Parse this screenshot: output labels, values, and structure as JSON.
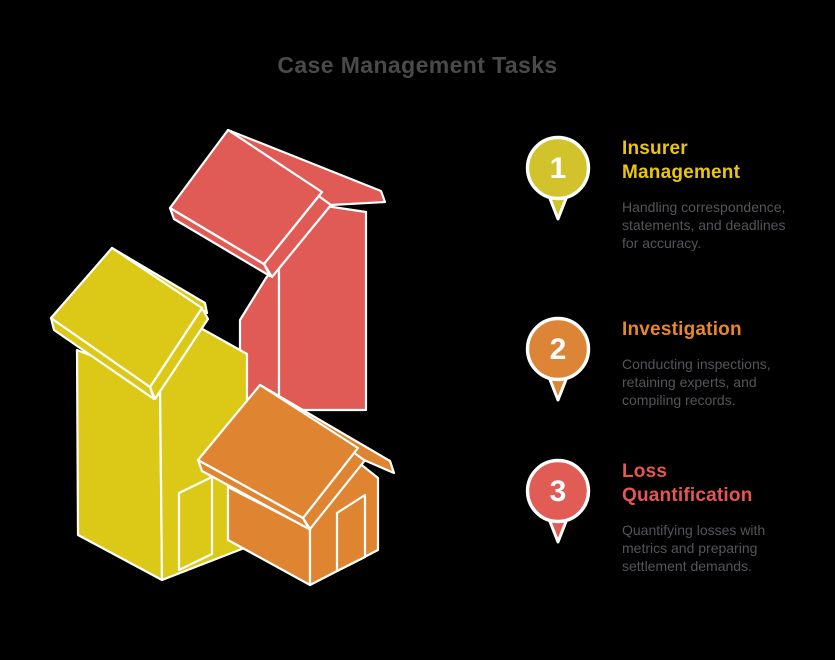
{
  "page": {
    "title": "Case Management Tasks"
  },
  "colors": {
    "background": "#000000",
    "title_gray": "#4a4a4b",
    "desc_gray": "#53555a",
    "outline_white": "#ffffff",
    "house_red": "#e05b55",
    "house_yellow": "#dcc917",
    "house_orange": "#df8531",
    "accent_yellow": "#eac50d",
    "accent_orange": "#e8872b",
    "accent_red": "#e6574f"
  },
  "illustration": {
    "description": "three isometric houses with white outlines",
    "houses": [
      "red tall house",
      "yellow medium house",
      "orange small house"
    ]
  },
  "items": [
    {
      "number": "1",
      "badge_color": "#d2c32c",
      "title": "Insurer Management",
      "description": "Handling correspondence, statements, and deadlines for accuracy."
    },
    {
      "number": "2",
      "badge_color": "#dd8536",
      "title": "Investigation",
      "description": "Conducting inspections, retaining experts, and compiling records."
    },
    {
      "number": "3",
      "badge_color": "#e15c55",
      "title": "Loss Quantification",
      "description": "Quantifying losses with metrics and preparing settlement demands."
    }
  ]
}
